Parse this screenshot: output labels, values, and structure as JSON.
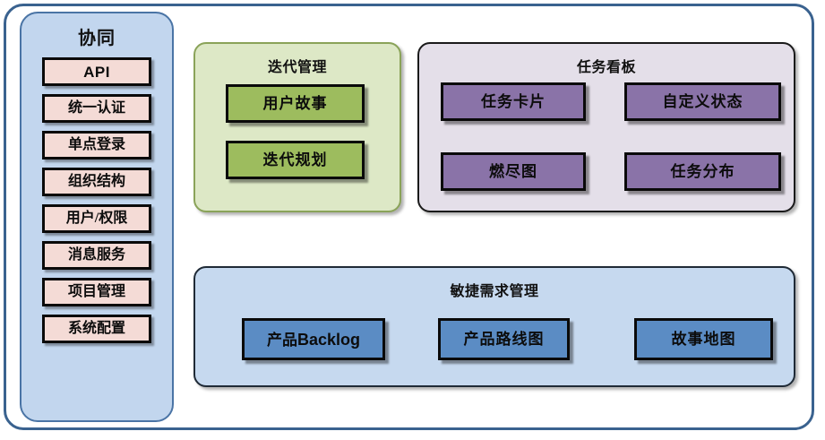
{
  "diagram": {
    "sidebar": {
      "title": "协同",
      "items": [
        {
          "label": "API",
          "latin": true
        },
        {
          "label": "统一认证",
          "latin": false
        },
        {
          "label": "单点登录",
          "latin": false
        },
        {
          "label": "组织结构",
          "latin": false
        },
        {
          "label": "用户/权限",
          "latin": false
        },
        {
          "label": "消息服务",
          "latin": false
        },
        {
          "label": "项目管理",
          "latin": false
        },
        {
          "label": "系统配置",
          "latin": false
        }
      ]
    },
    "groups": {
      "iteration": {
        "title": "迭代管理",
        "nodes": [
          {
            "label": "用户故事"
          },
          {
            "label": "迭代规划"
          }
        ]
      },
      "taskboard": {
        "title": "任务看板",
        "nodes": [
          {
            "label": "任务卡片"
          },
          {
            "label": "自定义状态"
          },
          {
            "label": "燃尽图"
          },
          {
            "label": "任务分布"
          }
        ]
      },
      "agile": {
        "title": "敏捷需求管理",
        "nodes": [
          {
            "label_cjk": "产品",
            "label_latin": "Backlog"
          },
          {
            "label": "产品路线图"
          },
          {
            "label": "故事地图"
          }
        ]
      }
    },
    "colors": {
      "frame_border": "#3a628f",
      "sidebar_fill": "#c2d6ee",
      "sidebar_item_fill": "#f4dbd6",
      "iteration_fill": "#dde8c6",
      "iteration_border": "#8aa359",
      "iteration_node_fill": "#9dbc5e",
      "taskboard_fill": "#e4dfe9",
      "taskboard_node_fill": "#8a73a8",
      "agile_fill": "#c6d9ef",
      "agile_node_fill": "#5b8cc4"
    }
  }
}
